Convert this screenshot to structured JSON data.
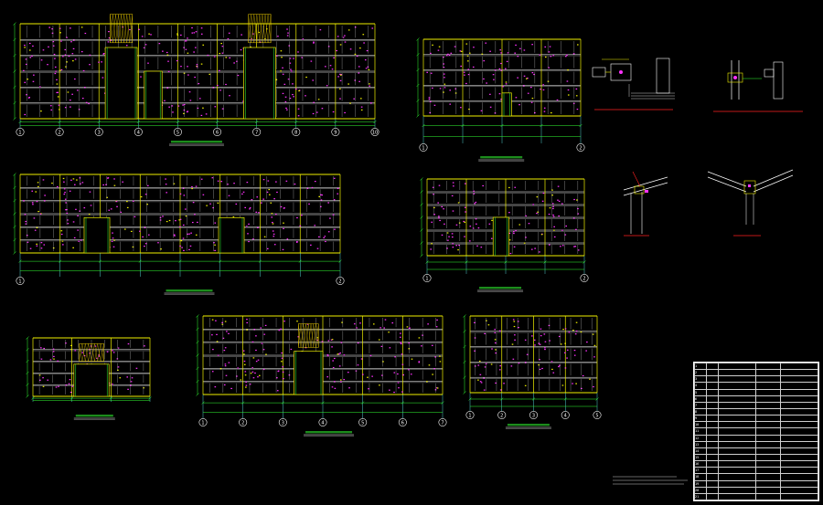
{
  "sheet": {
    "background": "#000000",
    "colors": {
      "frame_yellow": "#f0f000",
      "member_white": "#ffffff",
      "bolt_magenta": "#ff33ff",
      "dim_green": "#33ff33",
      "grid_cyan": "#66ffff",
      "note_red": "#ff2020",
      "lace_gold": "#e8c800"
    }
  },
  "views": [
    {
      "id": "elev-a",
      "title": "",
      "axis_labels": [
        "1",
        "2",
        "3",
        "4",
        "5",
        "6",
        "7",
        "8",
        "9",
        "10"
      ]
    },
    {
      "id": "elev-b",
      "title": "",
      "axis_labels": [
        "1",
        "2"
      ]
    },
    {
      "id": "elev-c",
      "title": "",
      "axis_labels": [
        "1",
        "2"
      ]
    },
    {
      "id": "elev-d",
      "title": "",
      "axis_labels": [
        "1",
        "2"
      ]
    },
    {
      "id": "elev-e",
      "title": "",
      "axis_labels": []
    },
    {
      "id": "elev-f",
      "title": "",
      "axis_labels": [
        "1",
        "2",
        "3",
        "4",
        "5",
        "6",
        "7"
      ]
    },
    {
      "id": "elev-g",
      "title": "",
      "axis_labels": [
        "1",
        "2",
        "3",
        "4",
        "5"
      ]
    }
  ],
  "details": [
    {
      "id": "detail-1",
      "caption": ""
    },
    {
      "id": "detail-2",
      "caption": ""
    },
    {
      "id": "detail-3",
      "caption": ""
    },
    {
      "id": "detail-4",
      "caption": ""
    }
  ],
  "bom": {
    "rows": [
      [
        "1",
        "",
        "",
        "",
        ""
      ],
      [
        "2",
        "",
        "",
        "",
        ""
      ],
      [
        "3",
        "",
        "",
        "",
        ""
      ],
      [
        "4",
        "",
        "",
        "",
        ""
      ],
      [
        "5",
        "",
        "",
        "",
        ""
      ],
      [
        "6",
        "",
        "",
        "",
        ""
      ],
      [
        "7",
        "",
        "",
        "",
        ""
      ],
      [
        "8",
        "",
        "",
        "",
        ""
      ],
      [
        "9",
        "",
        "",
        "",
        ""
      ],
      [
        "10",
        "",
        "",
        "",
        ""
      ],
      [
        "11",
        "",
        "",
        "",
        ""
      ],
      [
        "12",
        "",
        "",
        "",
        ""
      ],
      [
        "13",
        "",
        "",
        "",
        ""
      ],
      [
        "14",
        "",
        "",
        "",
        ""
      ],
      [
        "15",
        "",
        "",
        "",
        ""
      ],
      [
        "16",
        "",
        "",
        "",
        ""
      ],
      [
        "17",
        "",
        "",
        "",
        ""
      ],
      [
        "18",
        "",
        "",
        "",
        ""
      ],
      [
        "19",
        "",
        "",
        "",
        ""
      ],
      [
        "20",
        "",
        "",
        "",
        ""
      ],
      [
        "21",
        "",
        "",
        "",
        ""
      ]
    ]
  }
}
